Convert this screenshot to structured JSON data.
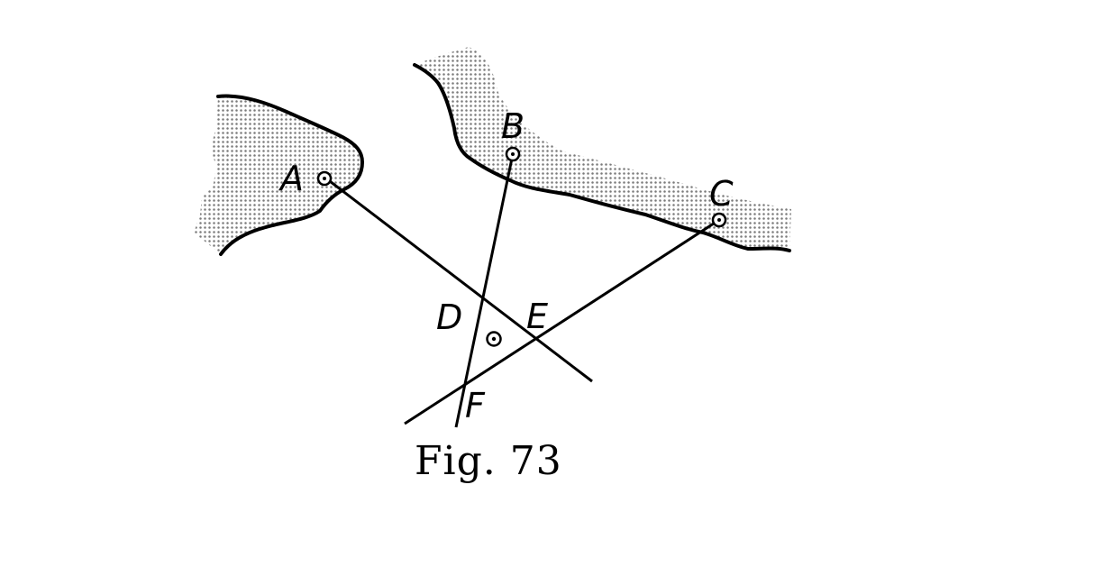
{
  "figure": {
    "caption": "Fig. 73",
    "points": {
      "A": "A",
      "B": "B",
      "C": "C",
      "D": "D",
      "E": "E",
      "F": "F"
    }
  }
}
